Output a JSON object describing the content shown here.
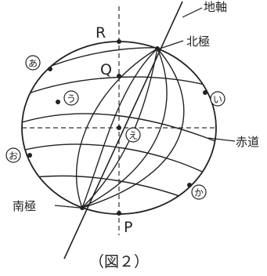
{
  "figure": {
    "caption": "（図２）",
    "labels": {
      "axis": "地軸",
      "north_pole": "北極",
      "south_pole": "南極",
      "equator": "赤道",
      "R": "R",
      "P": "P",
      "Q": "Q"
    },
    "markers": {
      "a": "あ",
      "i": "い",
      "u": "う",
      "e": "え",
      "o": "お",
      "ka": "か"
    }
  }
}
